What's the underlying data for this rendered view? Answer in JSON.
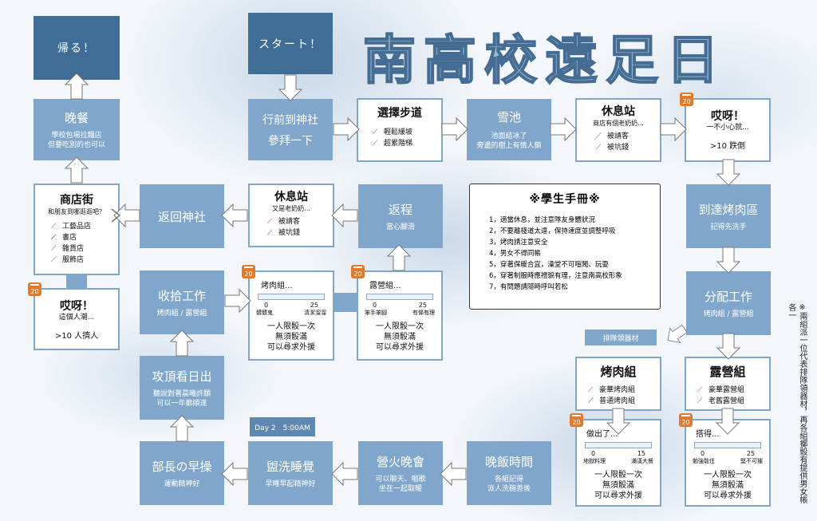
{
  "title": "南高校遠足日",
  "start": "スタート！",
  "end": "帰る！",
  "nodes": {
    "shrine": {
      "t1": "行前到神社",
      "t2": "參拜一下"
    },
    "choose": {
      "title": "選擇步道",
      "o1": "輕鬆緩坡",
      "o2": "超累階梯"
    },
    "pond": {
      "title": "雪池",
      "desc1": "池面結冰了",
      "desc2": "旁邊的樹上有情人鎖"
    },
    "rest1": {
      "title": "休息站",
      "desc": "商店有個老奶奶...",
      "o1": "被請客",
      "o2": "被坑錢"
    },
    "oops1": {
      "title": "哎呀！",
      "desc": "一不小心就...",
      "result": ">10 跌倒"
    },
    "bbq_arrive": {
      "title": "到達烤肉區",
      "desc": "記得先洗手"
    },
    "assign": {
      "title": "分配工作",
      "desc": "烤肉組 / 露營組"
    },
    "leader_tag": "排隊領器材",
    "bbq_group": {
      "title": "烤肉組",
      "o1": "豪華烤肉組",
      "o2": "普通烤肉組"
    },
    "camp_group": {
      "title": "露營組",
      "o1": "豪華露營組",
      "o2": "老舊露營組"
    },
    "done": {
      "title": "做出了...",
      "l0": "0",
      "l1": "15",
      "c0": "地獄料理",
      "c1": "滿漢大餐",
      "r1": "一人限骰一次",
      "r2": "無須骰滿",
      "r3": "可以尋求外援"
    },
    "setup": {
      "title": "搭得...",
      "l0": "0",
      "l1": "25",
      "c0": "勉強能住",
      "c1": "堅不可摧",
      "r1": "一人限骰一次",
      "r2": "無須骰滿",
      "r3": "可以尋求外援"
    },
    "dinner": {
      "title": "晚飯時間",
      "desc1": "各組記得",
      "desc2": "派人洗碗善後"
    },
    "campfire": {
      "title": "營火晚會",
      "desc1": "可以聊天、唱歌",
      "desc2": "坐在一起取暖"
    },
    "wash": {
      "title": "盥洗睡覺",
      "desc": "早睡早起精神好"
    },
    "morning": {
      "title": "部長の早操",
      "desc": "運動精神好"
    },
    "day2": "Day 2　5:00AM",
    "sunrise": {
      "title": "攻頂看日出",
      "desc1": "聽說對著晨曦許願",
      "desc2": "可以一年都順遂"
    },
    "cleanup": {
      "title": "收拾工作",
      "desc": "烤肉組 / 露營組"
    },
    "bbqclean": {
      "title": "烤肉組...",
      "l0": "0",
      "l1": "25",
      "c0": "髒髒鬼",
      "c1": "清潔溜溜",
      "r1": "一人限骰一次",
      "r2": "無須骰滿",
      "r3": "可以尋求外援"
    },
    "campclean": {
      "title": "露營組...",
      "l0": "0",
      "l1": "25",
      "c0": "笨手笨腳",
      "c1": "有條有理",
      "r1": "一人限骰一次",
      "r2": "無須骰滿",
      "r3": "可以尋求外援"
    },
    "return": {
      "title": "返程",
      "desc": "當心腳滑"
    },
    "rest2": {
      "title": "休息站",
      "desc": "又是老奶奶...",
      "o1": "被請客",
      "o2": "被坑錢"
    },
    "back_shrine": {
      "title": "返回神社"
    },
    "street": {
      "title": "商店街",
      "desc": "和朋友到哪逛逛吧？",
      "o1": "工藝品店",
      "o2": "書店",
      "o3": "雜貨店",
      "o4": "服飾店"
    },
    "oops2": {
      "title": "哎呀！",
      "desc": "這個人潮...",
      "result": ">10 人擠人"
    },
    "dinner2": {
      "title": "晚餐",
      "desc1": "學校包場拉麵店",
      "desc2": "但要吃別的也可以"
    }
  },
  "calendar_num": "20",
  "handbook": {
    "title": "※學生手冊※",
    "items": [
      "1，適當休息，並注意隊友身體狀況",
      "2，不要離棧道太遠，保持速度並調整呼吸",
      "3，烤肉請注意安全",
      "4，男女不得同帳",
      "5，穿著保暖合宜，澡堂不可喧鬧、玩耍",
      "6，穿著制服時應禮貌有理，注意南高校形象",
      "7，有問題請隨時呼叫若松"
    ]
  },
  "side_note": "※兩組派一位代表排隊領器材，再各組擲骰有提供男女帳各一",
  "colors": {
    "dark": "#3f6d95",
    "blue": "#80a7cb",
    "calendar": "#e07a2c"
  }
}
